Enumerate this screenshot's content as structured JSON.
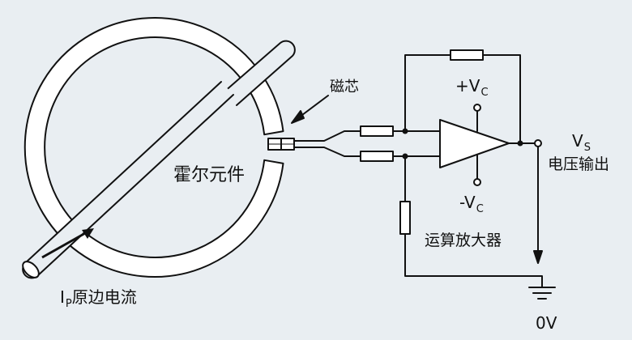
{
  "labels": {
    "core": "磁芯",
    "hall": "霍尔元件",
    "vplus": "+V",
    "vplus_sub": "C",
    "vminus": "-V",
    "vminus_sub": "C",
    "vs": "V",
    "vs_sub": "S",
    "output": "电压输出",
    "opamp": "运算放大器",
    "primary_i": "I",
    "primary_sub": "P",
    "primary": "原边电流",
    "zero_v": "0V"
  },
  "colors": {
    "background": "#e9eef2",
    "stroke": "#111111",
    "fill": "#ffffff"
  }
}
